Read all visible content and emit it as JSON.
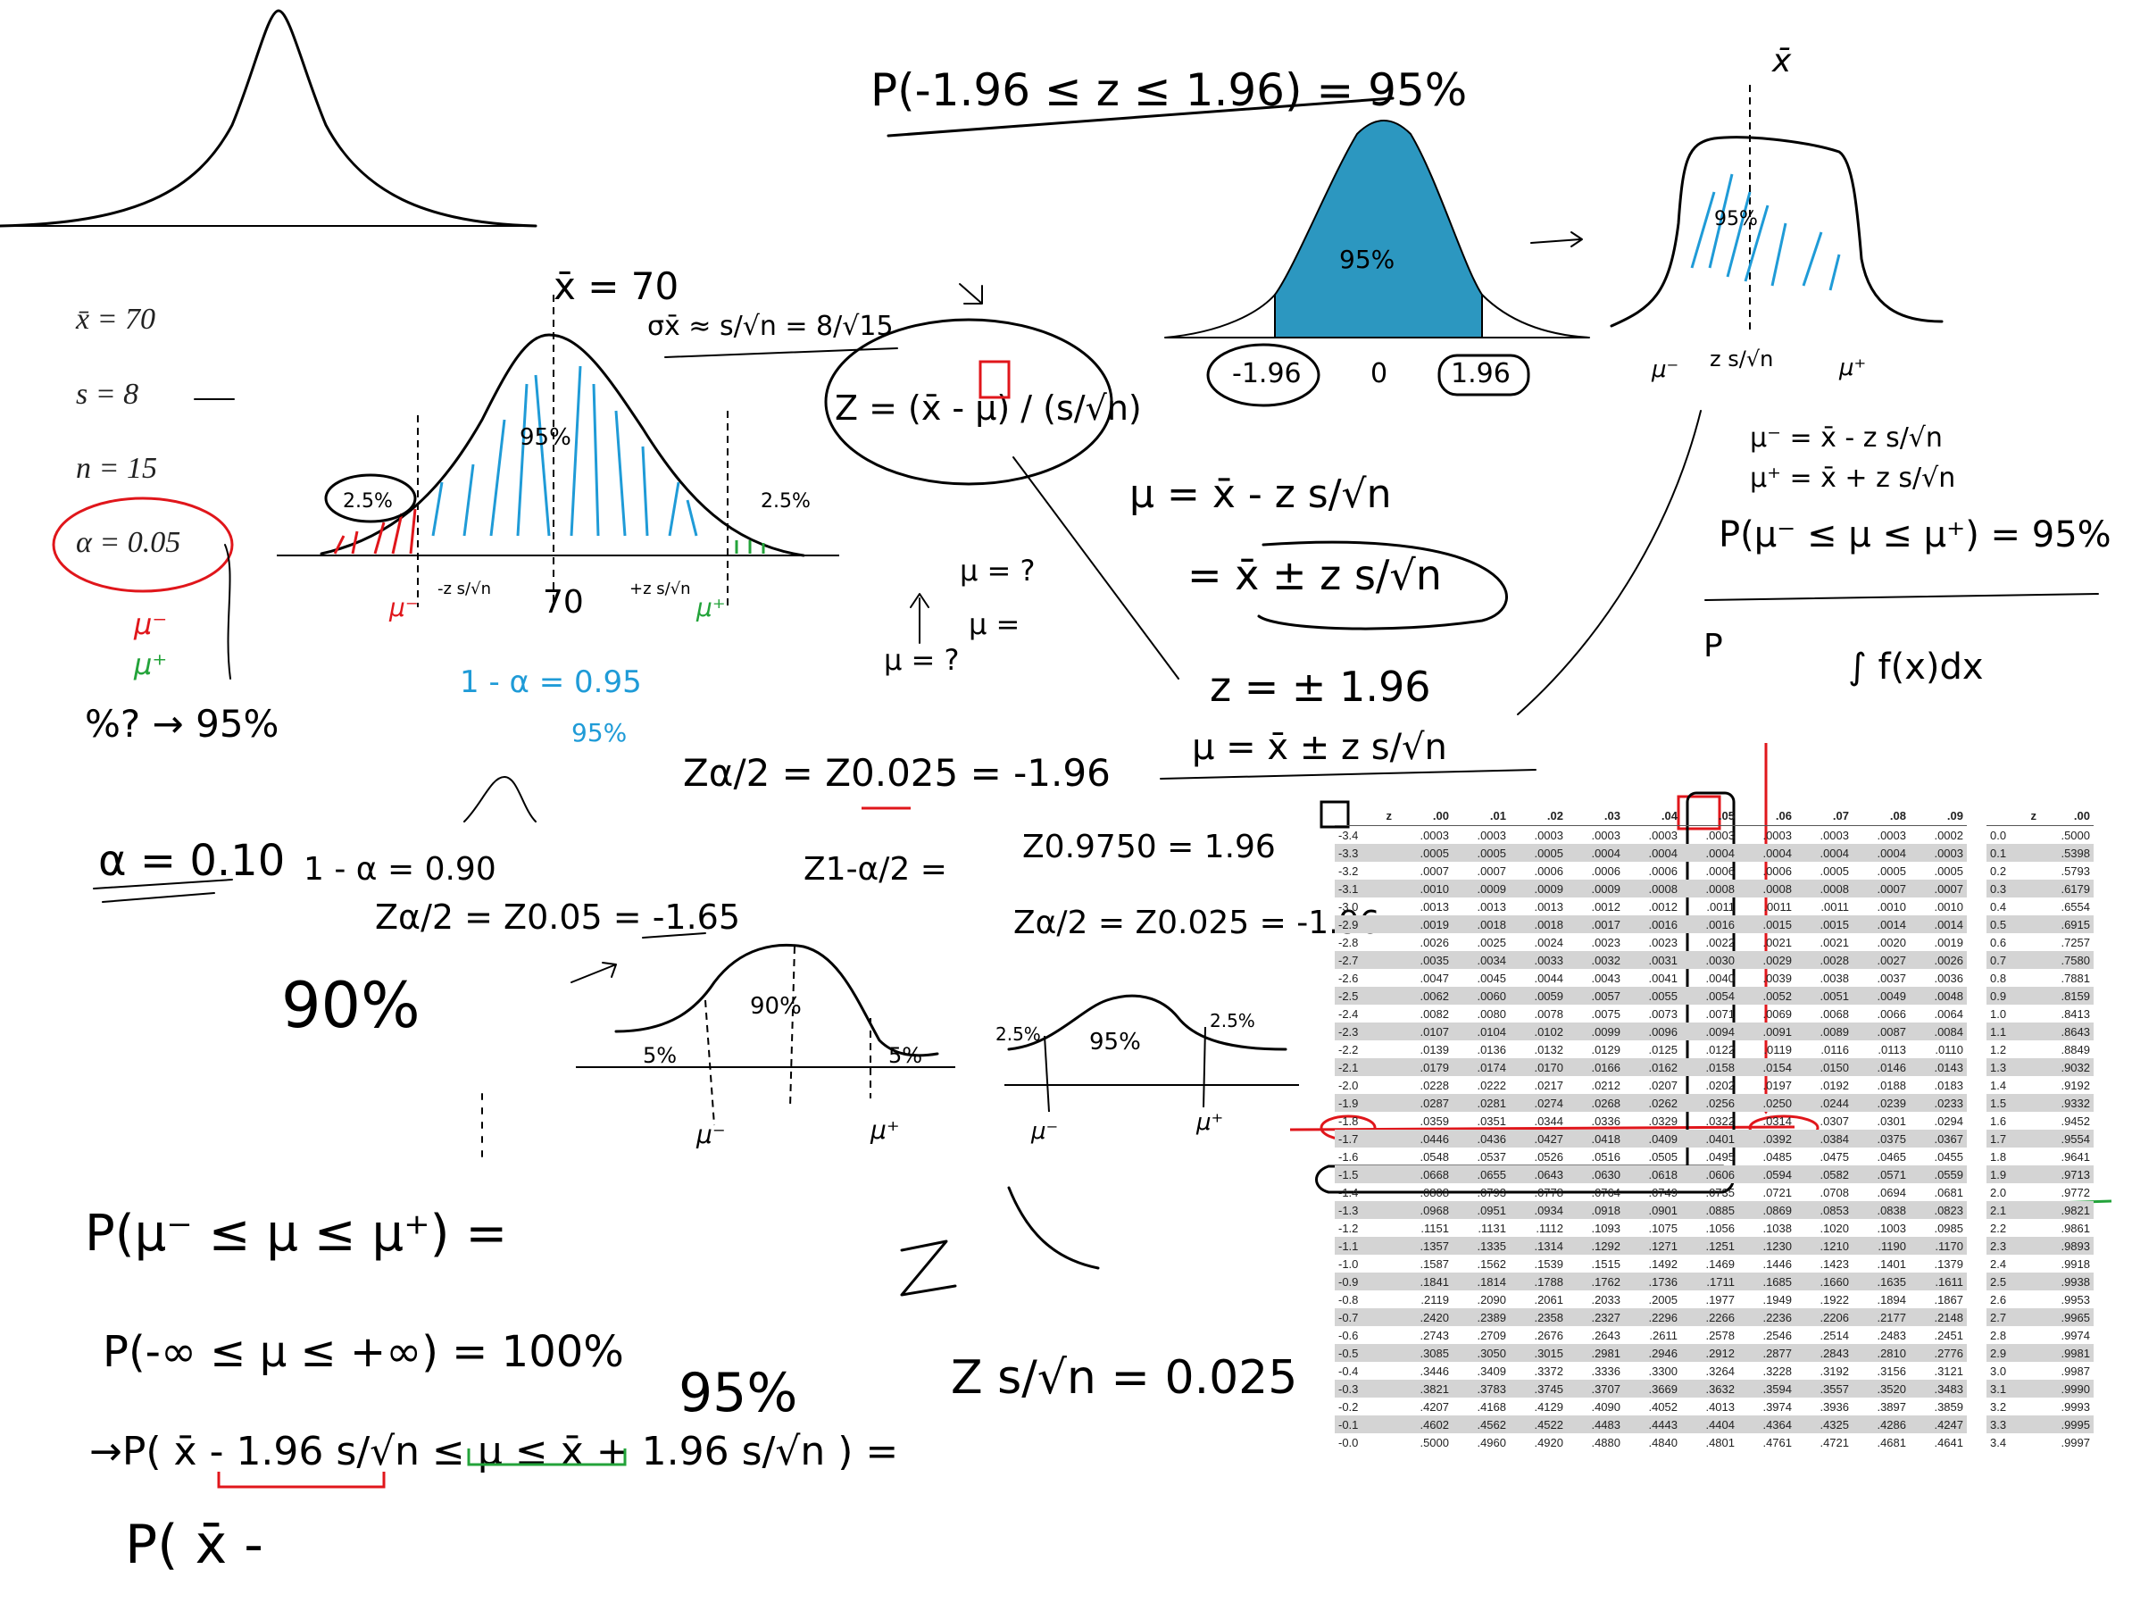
{
  "colors": {
    "ink": "#000000",
    "red": "#e0161b",
    "green": "#23a33a",
    "blue": "#1f9bd7",
    "teal_fill": "#2c97c0",
    "table_shade": "#d4d4d4"
  },
  "stats": {
    "xbar": "x̄ = 70",
    "s": "s = 8",
    "n": "n = 15",
    "alpha": "α = 0.05"
  },
  "notes": {
    "top_prob": "P(-1.96 ≤ z ≤ 1.96) = 95%",
    "xbar_eq": "x̄ = 70",
    "sigma_eq": "σx̄ ≈ s/√n = 8/√15",
    "z_formula": "Z = (x̄ - μ) / (s/√n)",
    "mu_eq1": "μ = x̄ - z s/√n",
    "mu_eq2": "= x̄ ± z s/√n",
    "mu_q1": "μ = ?",
    "mu_q2": "μ =",
    "mu_q3": "μ = ?",
    "z_pm": "z = ± 1.96",
    "mu_final": "μ = x̄ ± z s/√n",
    "mu_minus_eq": "μ⁻ = x̄ - z s/√n",
    "mu_plus_eq": "μ⁺ = x̄ + z s/√n",
    "prob_mu": "P(μ⁻ ≤ μ ≤ μ⁺) = 95%",
    "p_letter": "P",
    "integral": "∫ f(x)dx",
    "one_minus_alpha": "1 - α = 0.95",
    "pct95_blue": "95%",
    "mu_minus_red": "μ⁻",
    "mu_plus_green": "μ⁺",
    "pct_question": "%? → 95%",
    "z_alpha2": "Zα/2 = Z0.025 = -1.96",
    "alpha10": "α = 0.10",
    "one_minus_alpha_90": "1 - α = 0.90",
    "z_alpha2_05": "Zα/2 = Z0.05 = -1.65",
    "z_one_minus": "Z1-α/2 =",
    "z_9750": "Z0.9750 = 1.96",
    "z_alpha2_025": "Zα/2 = Z0.025 = -1.96",
    "pct90": "90%",
    "prob_range": "P(μ⁻ ≤ μ ≤ μ⁺) =",
    "prob_inf": "P(-∞ ≤ μ ≤ +∞) = 100%",
    "prob_ci_lhs": "→P( x̄ - 1.96 s/√n ≤ μ ≤ x̄ + 1.96 s/√n ) =",
    "prob_ci_rhs": "95%",
    "prob_incomplete": "P( x̄ -",
    "z_s_rootn": "Z s/√n = 0.025"
  },
  "curve_labels": {
    "c1_pct95": "95%",
    "c1_left": "2.5%",
    "c1_right": "2.5%",
    "c1_mu_minus": "μ⁻",
    "c1_mu_plus": "μ⁺",
    "c1_center": "70",
    "c1_lz": "-z s/√n",
    "c1_rz": "+z s/√n",
    "teal_pct": "95%",
    "teal_left": "-1.96",
    "teal_center": "0",
    "teal_right": "1.96",
    "c3_xbar": "x̄",
    "c3_pct": "95%",
    "c3_mu_minus": "μ⁻",
    "c3_mu_plus": "μ⁺",
    "c3_z": "z s/√n",
    "c4_pct90": "90%",
    "c4_left": "5%",
    "c4_right": "5%",
    "c4_mu_minus": "μ⁻",
    "c4_mu_plus": "μ⁺",
    "c5_pct95": "95%",
    "c5_left": "2.5%",
    "c5_right": "2.5%",
    "c5_mu_minus": "μ⁻",
    "c5_mu_plus": "μ⁺"
  },
  "ztable_neg": {
    "headers": [
      "z",
      ".00",
      ".01",
      ".02",
      ".03",
      ".04",
      ".05",
      ".06",
      ".07",
      ".08",
      ".09"
    ],
    "rows": [
      [
        "-3.4",
        ".0003",
        ".0003",
        ".0003",
        ".0003",
        ".0003",
        ".0003",
        ".0003",
        ".0003",
        ".0003",
        ".0002"
      ],
      [
        "-3.3",
        ".0005",
        ".0005",
        ".0005",
        ".0004",
        ".0004",
        ".0004",
        ".0004",
        ".0004",
        ".0004",
        ".0003"
      ],
      [
        "-3.2",
        ".0007",
        ".0007",
        ".0006",
        ".0006",
        ".0006",
        ".0006",
        ".0006",
        ".0005",
        ".0005",
        ".0005"
      ],
      [
        "-3.1",
        ".0010",
        ".0009",
        ".0009",
        ".0009",
        ".0008",
        ".0008",
        ".0008",
        ".0008",
        ".0007",
        ".0007"
      ],
      [
        "-3.0",
        ".0013",
        ".0013",
        ".0013",
        ".0012",
        ".0012",
        ".0011",
        ".0011",
        ".0011",
        ".0010",
        ".0010"
      ],
      [
        "-2.9",
        ".0019",
        ".0018",
        ".0018",
        ".0017",
        ".0016",
        ".0016",
        ".0015",
        ".0015",
        ".0014",
        ".0014"
      ],
      [
        "-2.8",
        ".0026",
        ".0025",
        ".0024",
        ".0023",
        ".0023",
        ".0022",
        ".0021",
        ".0021",
        ".0020",
        ".0019"
      ],
      [
        "-2.7",
        ".0035",
        ".0034",
        ".0033",
        ".0032",
        ".0031",
        ".0030",
        ".0029",
        ".0028",
        ".0027",
        ".0026"
      ],
      [
        "-2.6",
        ".0047",
        ".0045",
        ".0044",
        ".0043",
        ".0041",
        ".0040",
        ".0039",
        ".0038",
        ".0037",
        ".0036"
      ],
      [
        "-2.5",
        ".0062",
        ".0060",
        ".0059",
        ".0057",
        ".0055",
        ".0054",
        ".0052",
        ".0051",
        ".0049",
        ".0048"
      ],
      [
        "-2.4",
        ".0082",
        ".0080",
        ".0078",
        ".0075",
        ".0073",
        ".0071",
        ".0069",
        ".0068",
        ".0066",
        ".0064"
      ],
      [
        "-2.3",
        ".0107",
        ".0104",
        ".0102",
        ".0099",
        ".0096",
        ".0094",
        ".0091",
        ".0089",
        ".0087",
        ".0084"
      ],
      [
        "-2.2",
        ".0139",
        ".0136",
        ".0132",
        ".0129",
        ".0125",
        ".0122",
        ".0119",
        ".0116",
        ".0113",
        ".0110"
      ],
      [
        "-2.1",
        ".0179",
        ".0174",
        ".0170",
        ".0166",
        ".0162",
        ".0158",
        ".0154",
        ".0150",
        ".0146",
        ".0143"
      ],
      [
        "-2.0",
        ".0228",
        ".0222",
        ".0217",
        ".0212",
        ".0207",
        ".0202",
        ".0197",
        ".0192",
        ".0188",
        ".0183"
      ],
      [
        "-1.9",
        ".0287",
        ".0281",
        ".0274",
        ".0268",
        ".0262",
        ".0256",
        ".0250",
        ".0244",
        ".0239",
        ".0233"
      ],
      [
        "-1.8",
        ".0359",
        ".0351",
        ".0344",
        ".0336",
        ".0329",
        ".0322",
        ".0314",
        ".0307",
        ".0301",
        ".0294"
      ],
      [
        "-1.7",
        ".0446",
        ".0436",
        ".0427",
        ".0418",
        ".0409",
        ".0401",
        ".0392",
        ".0384",
        ".0375",
        ".0367"
      ],
      [
        "-1.6",
        ".0548",
        ".0537",
        ".0526",
        ".0516",
        ".0505",
        ".0495",
        ".0485",
        ".0475",
        ".0465",
        ".0455"
      ],
      [
        "-1.5",
        ".0668",
        ".0655",
        ".0643",
        ".0630",
        ".0618",
        ".0606",
        ".0594",
        ".0582",
        ".0571",
        ".0559"
      ],
      [
        "-1.4",
        ".0808",
        ".0793",
        ".0778",
        ".0764",
        ".0749",
        ".0735",
        ".0721",
        ".0708",
        ".0694",
        ".0681"
      ],
      [
        "-1.3",
        ".0968",
        ".0951",
        ".0934",
        ".0918",
        ".0901",
        ".0885",
        ".0869",
        ".0853",
        ".0838",
        ".0823"
      ],
      [
        "-1.2",
        ".1151",
        ".1131",
        ".1112",
        ".1093",
        ".1075",
        ".1056",
        ".1038",
        ".1020",
        ".1003",
        ".0985"
      ],
      [
        "-1.1",
        ".1357",
        ".1335",
        ".1314",
        ".1292",
        ".1271",
        ".1251",
        ".1230",
        ".1210",
        ".1190",
        ".1170"
      ],
      [
        "-1.0",
        ".1587",
        ".1562",
        ".1539",
        ".1515",
        ".1492",
        ".1469",
        ".1446",
        ".1423",
        ".1401",
        ".1379"
      ],
      [
        "-0.9",
        ".1841",
        ".1814",
        ".1788",
        ".1762",
        ".1736",
        ".1711",
        ".1685",
        ".1660",
        ".1635",
        ".1611"
      ],
      [
        "-0.8",
        ".2119",
        ".2090",
        ".2061",
        ".2033",
        ".2005",
        ".1977",
        ".1949",
        ".1922",
        ".1894",
        ".1867"
      ],
      [
        "-0.7",
        ".2420",
        ".2389",
        ".2358",
        ".2327",
        ".2296",
        ".2266",
        ".2236",
        ".2206",
        ".2177",
        ".2148"
      ],
      [
        "-0.6",
        ".2743",
        ".2709",
        ".2676",
        ".2643",
        ".2611",
        ".2578",
        ".2546",
        ".2514",
        ".2483",
        ".2451"
      ],
      [
        "-0.5",
        ".3085",
        ".3050",
        ".3015",
        ".2981",
        ".2946",
        ".2912",
        ".2877",
        ".2843",
        ".2810",
        ".2776"
      ],
      [
        "-0.4",
        ".3446",
        ".3409",
        ".3372",
        ".3336",
        ".3300",
        ".3264",
        ".3228",
        ".3192",
        ".3156",
        ".3121"
      ],
      [
        "-0.3",
        ".3821",
        ".3783",
        ".3745",
        ".3707",
        ".3669",
        ".3632",
        ".3594",
        ".3557",
        ".3520",
        ".3483"
      ],
      [
        "-0.2",
        ".4207",
        ".4168",
        ".4129",
        ".4090",
        ".4052",
        ".4013",
        ".3974",
        ".3936",
        ".3897",
        ".3859"
      ],
      [
        "-0.1",
        ".4602",
        ".4562",
        ".4522",
        ".4483",
        ".4443",
        ".4404",
        ".4364",
        ".4325",
        ".4286",
        ".4247"
      ],
      [
        "-0.0",
        ".5000",
        ".4960",
        ".4920",
        ".4880",
        ".4840",
        ".4801",
        ".4761",
        ".4721",
        ".4681",
        ".4641"
      ]
    ]
  },
  "ztable_pos": {
    "headers": [
      "z",
      ".00"
    ],
    "rows": [
      [
        "0.0",
        ".5000"
      ],
      [
        "0.1",
        ".5398"
      ],
      [
        "0.2",
        ".5793"
      ],
      [
        "0.3",
        ".6179"
      ],
      [
        "0.4",
        ".6554"
      ],
      [
        "0.5",
        ".6915"
      ],
      [
        "0.6",
        ".7257"
      ],
      [
        "0.7",
        ".7580"
      ],
      [
        "0.8",
        ".7881"
      ],
      [
        "0.9",
        ".8159"
      ],
      [
        "1.0",
        ".8413"
      ],
      [
        "1.1",
        ".8643"
      ],
      [
        "1.2",
        ".8849"
      ],
      [
        "1.3",
        ".9032"
      ],
      [
        "1.4",
        ".9192"
      ],
      [
        "1.5",
        ".9332"
      ],
      [
        "1.6",
        ".9452"
      ],
      [
        "1.7",
        ".9554"
      ],
      [
        "1.8",
        ".9641"
      ],
      [
        "1.9",
        ".9713"
      ],
      [
        "2.0",
        ".9772"
      ],
      [
        "2.1",
        ".9821"
      ],
      [
        "2.2",
        ".9861"
      ],
      [
        "2.3",
        ".9893"
      ],
      [
        "2.4",
        ".9918"
      ],
      [
        "2.5",
        ".9938"
      ],
      [
        "2.6",
        ".9953"
      ],
      [
        "2.7",
        ".9965"
      ],
      [
        "2.8",
        ".9974"
      ],
      [
        "2.9",
        ".9981"
      ],
      [
        "3.0",
        ".9987"
      ],
      [
        "3.1",
        ".9990"
      ],
      [
        "3.2",
        ".9993"
      ],
      [
        "3.3",
        ".9995"
      ],
      [
        "3.4",
        ".9997"
      ]
    ]
  }
}
